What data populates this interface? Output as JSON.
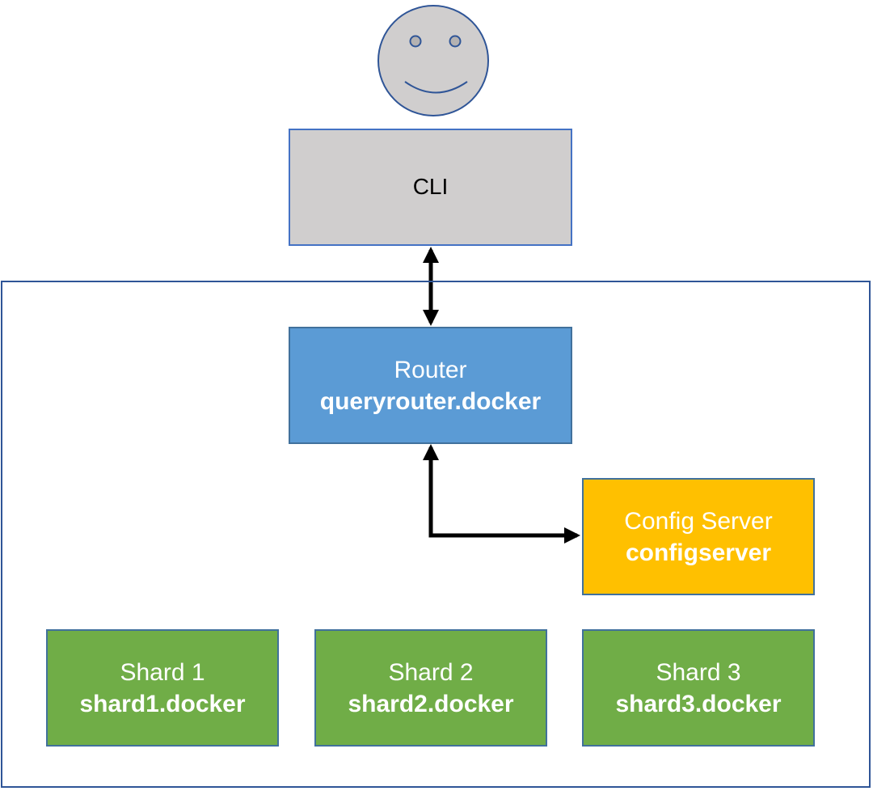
{
  "user": {
    "icon": "smiley-face-user-icon"
  },
  "cli": {
    "label": "CLI"
  },
  "router": {
    "label": "Router",
    "host": "queryrouter.docker"
  },
  "config_server": {
    "label": "Config Server",
    "host": "configserver"
  },
  "shards": [
    {
      "label": "Shard 1",
      "host": "shard1.docker"
    },
    {
      "label": "Shard 2",
      "host": "shard2.docker"
    },
    {
      "label": "Shard 3",
      "host": "shard3.docker"
    }
  ],
  "colors": {
    "cli": "#D0CECE",
    "router": "#5B9BD5",
    "config_server": "#FFC000",
    "shard": "#70AD47",
    "cluster_border": "#2F5597",
    "face": "#D0CECE"
  }
}
